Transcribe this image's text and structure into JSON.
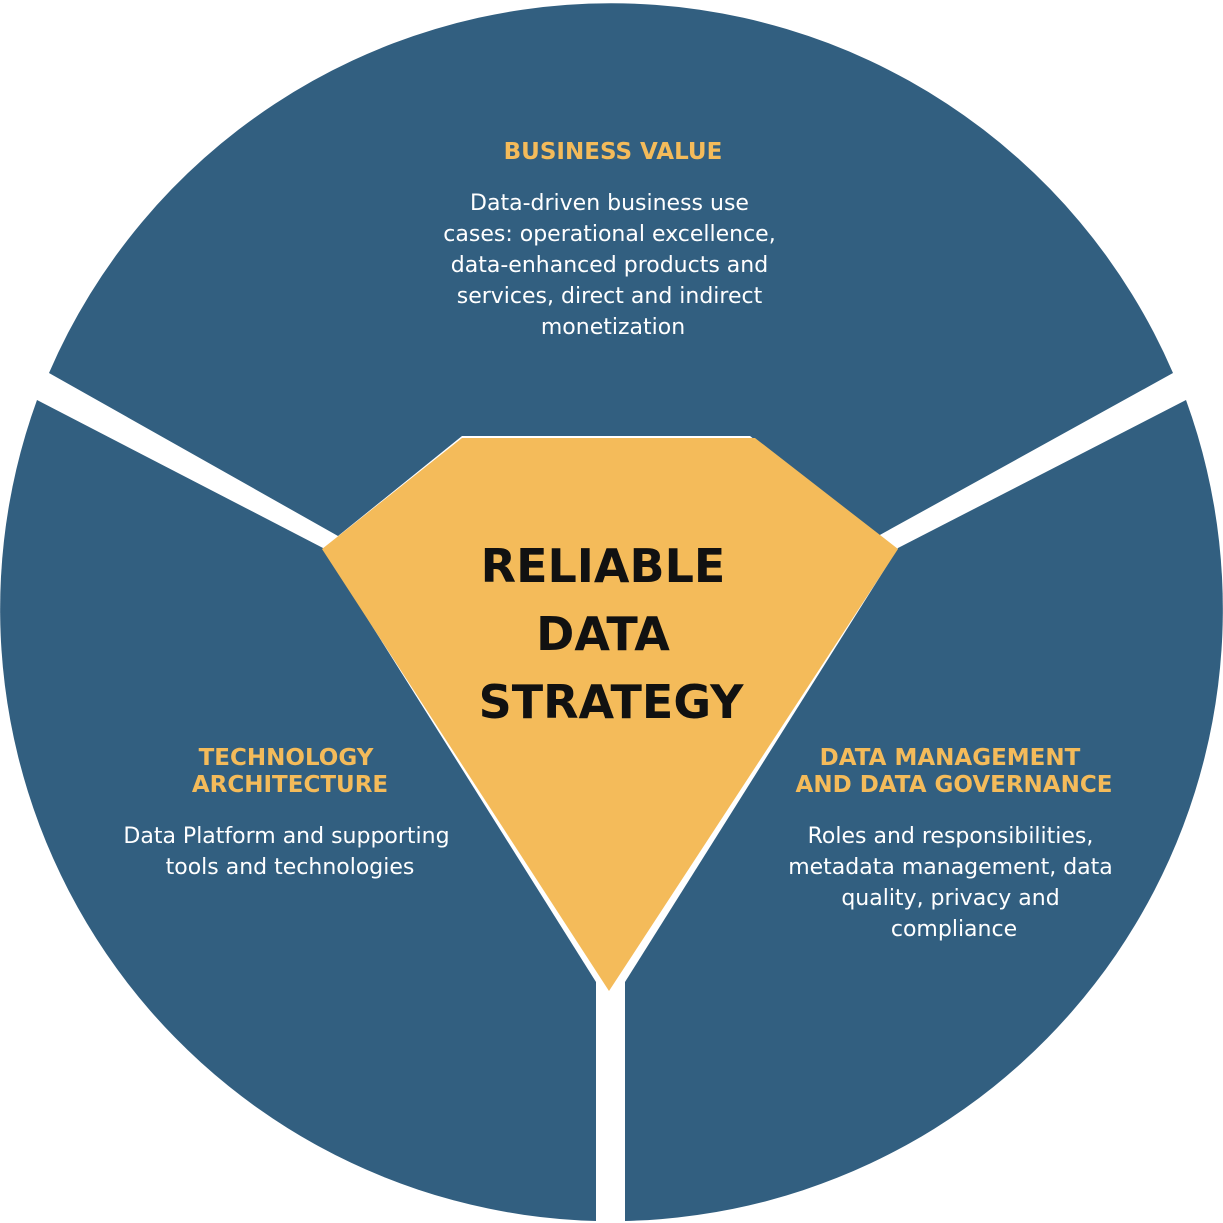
{
  "colors": {
    "segment": "#325f80",
    "accent": "#f4bb5a",
    "gap": "#ffffff",
    "center_text": "#111111",
    "body_text": "#ffffff"
  },
  "center": {
    "lines": [
      "RELIABLE",
      "DATA",
      "STRATEGY"
    ]
  },
  "sections": {
    "business_value": {
      "title": "BUSINESS VALUE",
      "body": [
        "Data-driven business use",
        "cases: operational excellence,",
        "data-enhanced products and",
        "services, direct and indirect",
        "monetization"
      ]
    },
    "technology_architecture": {
      "title": [
        "TECHNOLOGY",
        "ARCHITECTURE"
      ],
      "body": [
        "Data Platform and supporting",
        "tools and technologies"
      ]
    },
    "data_management": {
      "title": [
        "DATA MANAGEMENT",
        "AND DATA GOVERNANCE"
      ],
      "body": [
        "Roles and responsibilities,",
        "metadata management, data",
        "quality, privacy and",
        "compliance"
      ]
    }
  }
}
